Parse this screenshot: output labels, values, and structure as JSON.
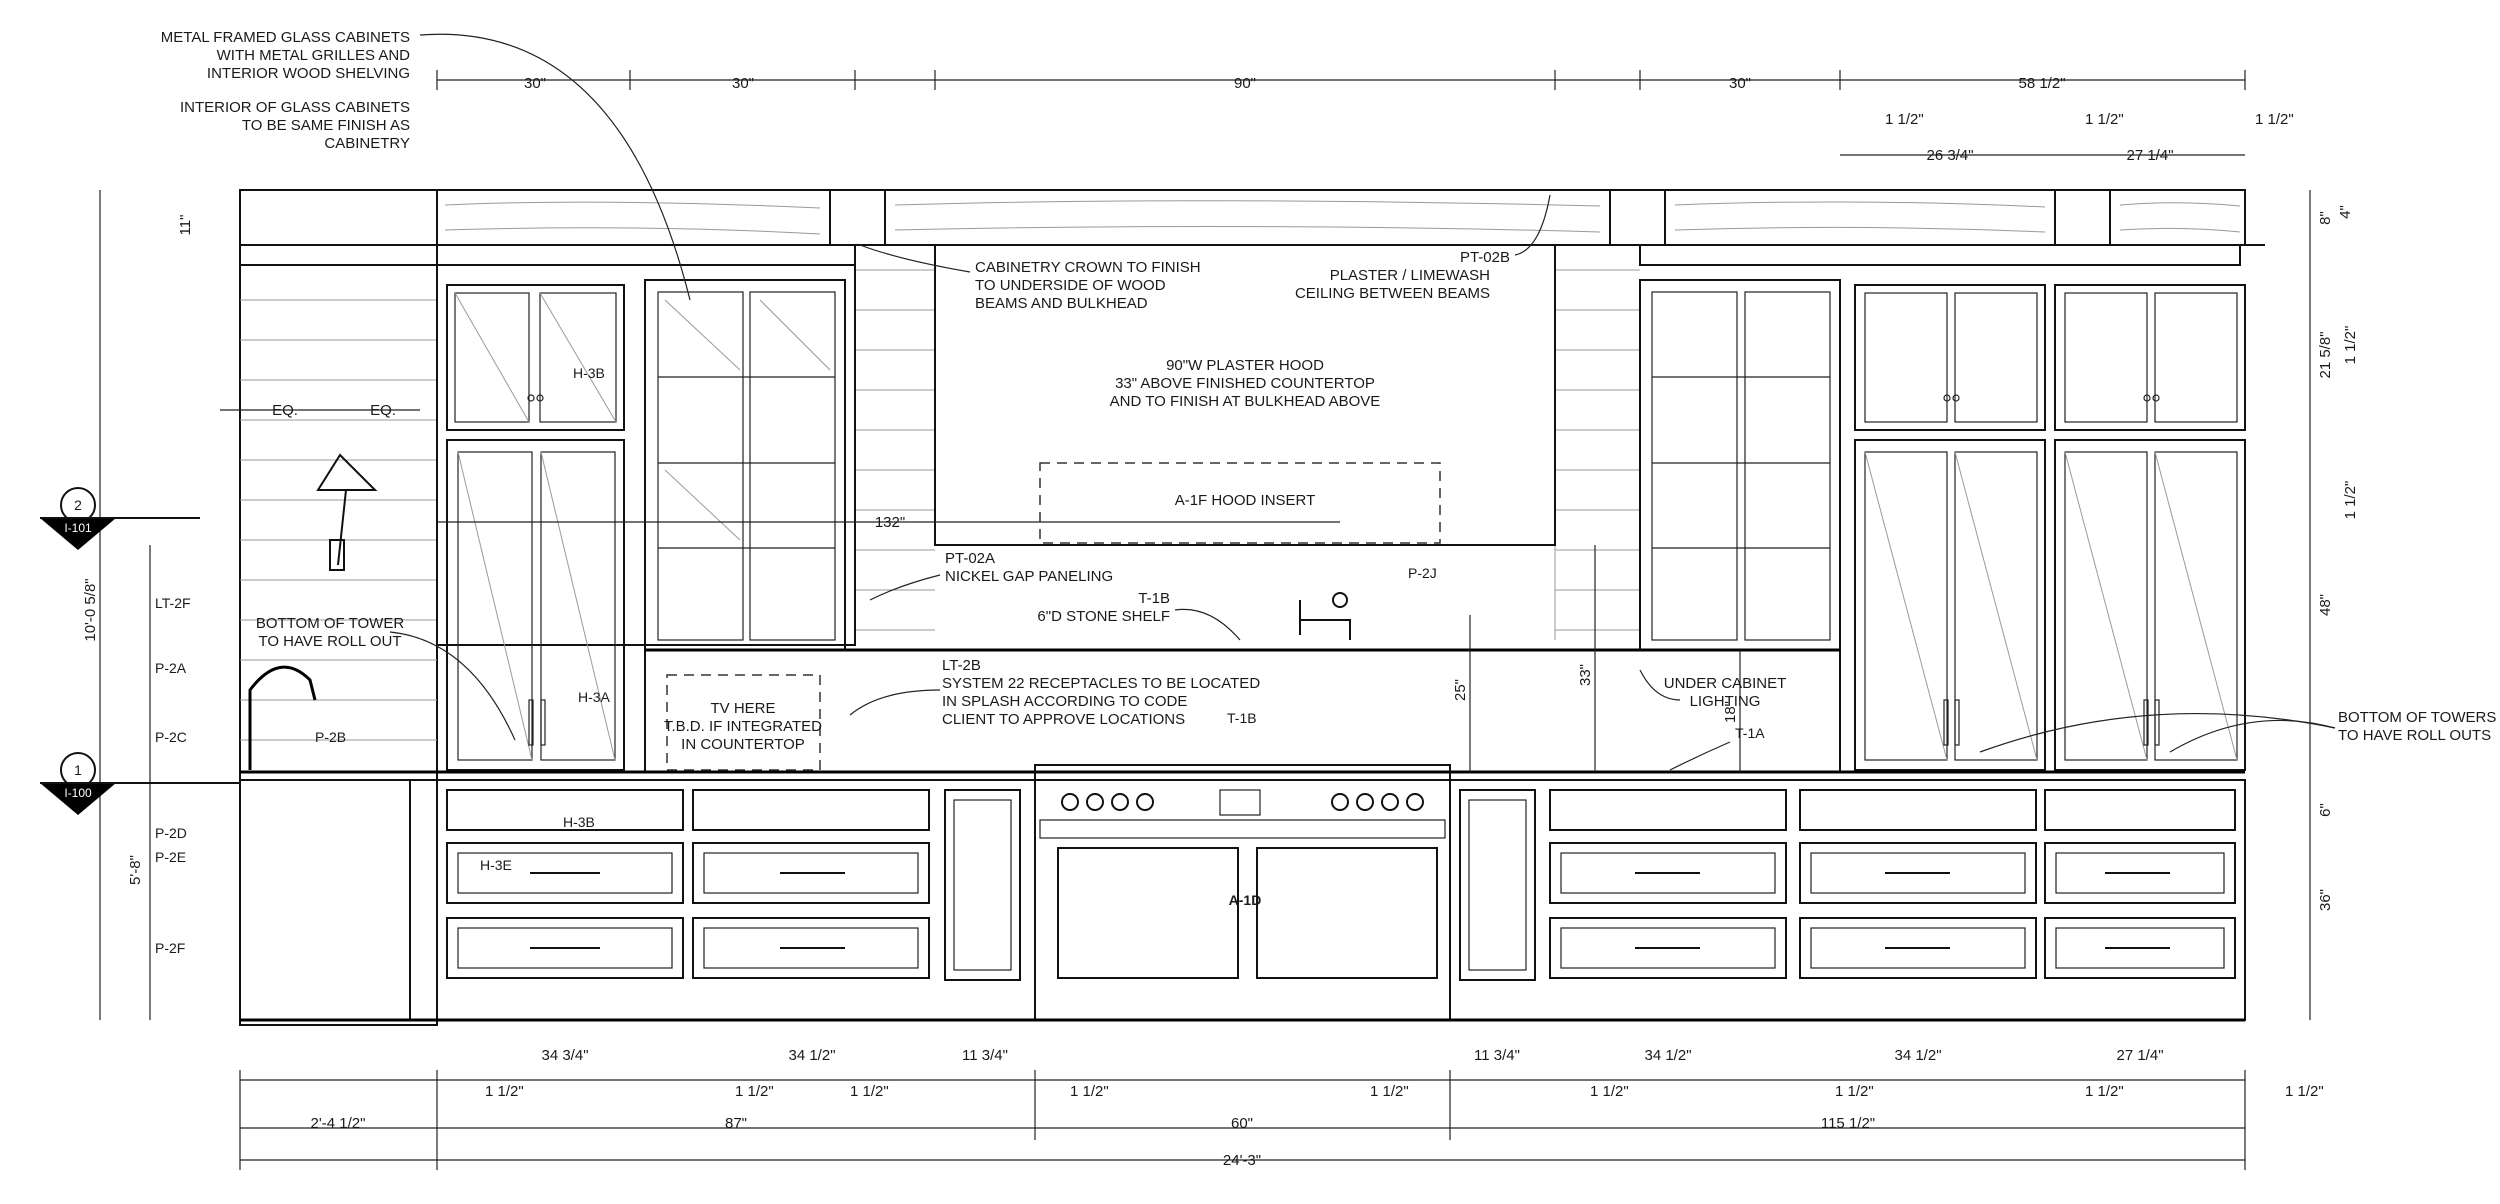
{
  "notes": {
    "glass_cabinets": [
      "METAL FRAMED GLASS CABINETS",
      "WITH METAL GRILLES AND",
      "INTERIOR WOOD SHELVING"
    ],
    "glass_interior": [
      "INTERIOR OF GLASS CABINETS",
      "TO BE SAME FINISH AS",
      "CABINETRY"
    ],
    "crown": [
      "CABINETRY CROWN TO FINISH",
      "TO UNDERSIDE OF WOOD",
      "BEAMS AND BULKHEAD"
    ],
    "ceiling": [
      "PT-02B",
      "PLASTER / LIMEWASH",
      "CEILING BETWEEN BEAMS"
    ],
    "hood": [
      "90\"W PLASTER HOOD",
      "33\" ABOVE FINISHED COUNTERTOP",
      "AND TO FINISH AT BULKHEAD ABOVE"
    ],
    "hood_insert": "A-1F HOOD INSERT",
    "paneling": [
      "PT-02A",
      "NICKEL GAP PANELING"
    ],
    "shelf": [
      "T-1B",
      "6\"D STONE SHELF"
    ],
    "receptacles": [
      "LT-2B",
      "SYSTEM 22 RECEPTACLES TO BE LOCATED",
      "IN SPLASH ACCORDING TO CODE",
      "CLIENT TO APPROVE LOCATIONS"
    ],
    "tv": [
      "TV HERE",
      "T.B.D. IF INTEGRATED",
      "IN COUNTERTOP"
    ],
    "under_cabinet": [
      "UNDER CABINET",
      "LIGHTING"
    ],
    "towers_left": [
      "BOTTOM OF TOWER",
      "TO HAVE ROLL OUT"
    ],
    "towers_right": [
      "BOTTOM OF TOWERS",
      "TO HAVE ROLL OUTS"
    ]
  },
  "tags": {
    "h3b_top": "H-3B",
    "h3a": "H-3A",
    "h3b_drawer": "H-3B",
    "h3e": "H-3E",
    "p2j": "P-2J",
    "t1b": "T-1B",
    "t1a": "T-1A",
    "a1d": "A-1D",
    "lt2f": "LT-2F",
    "p2a": "P-2A",
    "p2c": "P-2C",
    "p2b": "P-2B",
    "p2d": "P-2D",
    "p2e": "P-2E",
    "p2f": "P-2F"
  },
  "section_markers": [
    {
      "number": "2",
      "sheet": "I-101"
    },
    {
      "number": "1",
      "sheet": "I-100"
    }
  ],
  "dimensions": {
    "top": [
      "30\"",
      "30\"",
      "90\"",
      "30\"",
      "58 1/2\""
    ],
    "top_sub": [
      "1 1/2\"",
      "1 1/2\"",
      "1 1/2\"",
      "26 3/4\"",
      "27 1/4\""
    ],
    "right": [
      "4\"",
      "8\"",
      "21 5/8\"",
      "1 1/2\"",
      "1 1/2\"",
      "48\"",
      "6\"",
      "36\""
    ],
    "left": [
      "11\"",
      "10'-0 5/8\"",
      "5'-8\""
    ],
    "eq": [
      "EQ.",
      "EQ."
    ],
    "hood_width": "132\"",
    "splash": [
      "25\"",
      "33\"",
      "18\""
    ],
    "bottom_row1": [
      "34 3/4\"",
      "34 1/2\"",
      "11 3/4\"",
      "11 3/4\"",
      "34 1/2\"",
      "34 1/2\"",
      "27 1/4\""
    ],
    "bottom_row2": [
      "1 1/2\"",
      "1 1/2\"",
      "1 1/2\"",
      "1 1/2\"",
      "1 1/2\"",
      "1 1/2\"",
      "1 1/2\"",
      "1 1/2\"",
      "1 1/2\""
    ],
    "bottom_row3": [
      "2'-4 1/2\"",
      "87\"",
      "60\"",
      "115 1/2\""
    ],
    "overall": "24'-3\""
  }
}
